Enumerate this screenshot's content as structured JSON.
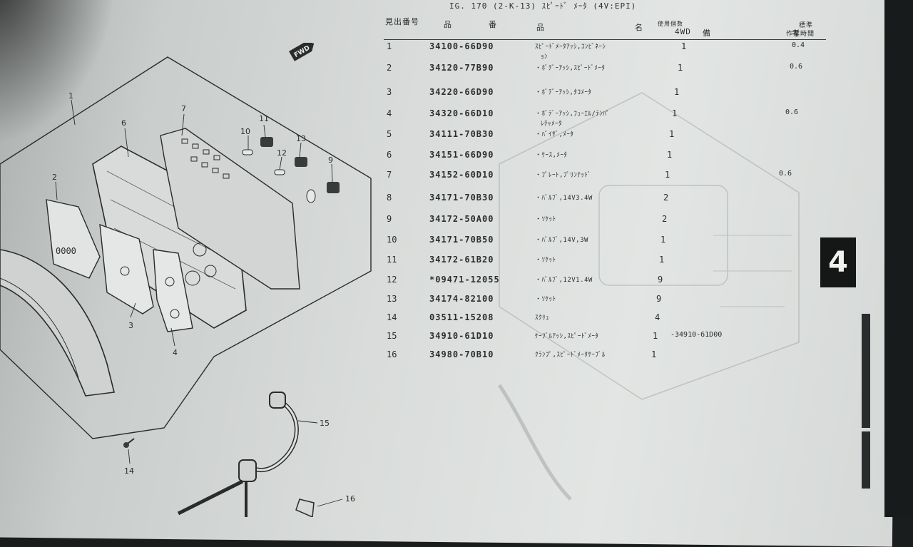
{
  "header": {
    "title": "IG. 170 (2-K-13) ｽﾋﾟｰﾄﾞ ﾒｰﾀ (4V:EPI)",
    "col_index": "見出番号",
    "col_part": "品　　番",
    "col_name": "品　　　　　名",
    "col_usage": "使用個数",
    "col_usage_sub": "4WD",
    "col_note": "備　　　　考",
    "col_time": "標準",
    "col_time_sub": "作業時間"
  },
  "section": "4",
  "fwd_label": "FWD",
  "rows": [
    {
      "no": "1",
      "part": "34100-66D90",
      "name": "ｽﾋﾟｰﾄﾞﾒｰﾀｱｯｼ,ｺﾝﾋﾞﾈｰｼ",
      "name2": "ｮﾝ",
      "qty": "1",
      "note": "",
      "time": "0.4"
    },
    {
      "no": "2",
      "part": "34120-77B90",
      "name": "・ﾎﾞﾃﾞｰｱｯｼ,ｽﾋﾟｰﾄﾞﾒｰﾀ",
      "name2": "",
      "qty": "1",
      "note": "",
      "time": "0.6"
    },
    {
      "no": "3",
      "part": "34220-66D90",
      "name": "・ﾎﾞﾃﾞｰｱｯｼ,ﾀｺﾒｰﾀ",
      "name2": "",
      "qty": "1",
      "note": "",
      "time": ""
    },
    {
      "no": "4",
      "part": "34320-66D10",
      "name": "・ﾎﾞﾃﾞｰｱｯｼ,ﾌｭｰｴﾙ/ﾃﾝﾊﾟ",
      "name2": "ﾚﾁｬﾒｰﾀ",
      "qty": "1",
      "note": "",
      "time": "0.6"
    },
    {
      "no": "5",
      "part": "34111-70B30",
      "name": "・ﾊﾞｲｻﾞ,ﾒｰﾀ",
      "name2": "",
      "qty": "1",
      "note": "",
      "time": ""
    },
    {
      "no": "6",
      "part": "34151-66D90",
      "name": "・ｹｰｽ,ﾒｰﾀ",
      "name2": "",
      "qty": "1",
      "note": "",
      "time": ""
    },
    {
      "no": "7",
      "part": "34152-60D10",
      "name": "・ﾌﾟﾚｰﾄ,ﾌﾟﾘﾝﾃｯﾄﾞ",
      "name2": "",
      "qty": "1",
      "note": "",
      "time": "0.6"
    },
    {
      "no": "8",
      "part": "34171-70B30",
      "name": "・ﾊﾞﾙﾌﾞ,14V3.4W",
      "name2": "",
      "qty": "2",
      "note": "",
      "time": ""
    },
    {
      "no": "9",
      "part": "34172-50A00",
      "name": "・ｿｹｯﾄ",
      "name2": "",
      "qty": "2",
      "note": "",
      "time": ""
    },
    {
      "no": "10",
      "part": "34171-70B50",
      "name": "・ﾊﾞﾙﾌﾞ,14V,3W",
      "name2": "",
      "qty": "1",
      "note": "",
      "time": ""
    },
    {
      "no": "11",
      "part": "34172-61B20",
      "name": "・ｿｹｯﾄ",
      "name2": "",
      "qty": "1",
      "note": "",
      "time": ""
    },
    {
      "no": "12",
      "part": "*09471-12055",
      "name": "・ﾊﾞﾙﾌﾞ,12V1.4W",
      "name2": "",
      "qty": "9",
      "note": "",
      "time": ""
    },
    {
      "no": "13",
      "part": "34174-82100",
      "name": "・ｿｹｯﾄ",
      "name2": "",
      "qty": "9",
      "note": "",
      "time": ""
    },
    {
      "no": "14",
      "part": "03511-15208",
      "name": "ｽｸﾘｭ",
      "name2": "",
      "qty": "4",
      "note": "",
      "time": ""
    },
    {
      "no": "15",
      "part": "34910-61D10",
      "name": "ｹｰﾌﾞﾙｱｯｼ,ｽﾋﾟｰﾄﾞﾒｰﾀ",
      "name2": "",
      "qty": "1",
      "note": "-34910-61D00",
      "time": ""
    },
    {
      "no": "16",
      "part": "34980-70B10",
      "name": "ｸﾗﾝﾌﾟ,ｽﾋﾟｰﾄﾞﾒｰﾀｹｰﾌﾞﾙ",
      "name2": "",
      "qty": "1",
      "note": "",
      "time": ""
    }
  ],
  "callouts": [
    "1",
    "2",
    "3",
    "4",
    "6",
    "7",
    "9",
    "10",
    "11",
    "12",
    "13",
    "14",
    "15",
    "16"
  ]
}
